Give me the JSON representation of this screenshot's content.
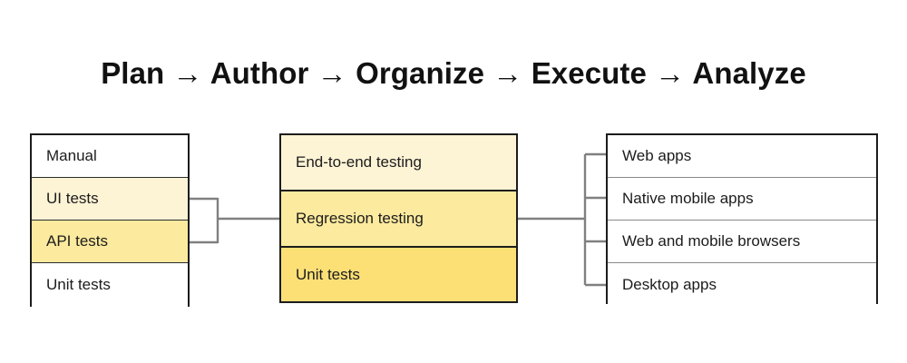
{
  "title": "Plan → Author → Organize → Execute → Analyze",
  "colors": {
    "cream": "#fdf3d5",
    "medium_yellow": "#fcea9e",
    "dark_yellow": "#fce076",
    "white": "#ffffff",
    "border": "#1c1c1c",
    "row_divider": "#2b2b2b",
    "light_divider": "#8a8a8a",
    "connector": "#808080",
    "text": "#1c1c1c"
  },
  "columns": {
    "left": {
      "name": "test-types",
      "rows": [
        {
          "label": "Manual",
          "fill": "#ffffff"
        },
        {
          "label": "UI tests",
          "fill": "#fdf3d5"
        },
        {
          "label": "API tests",
          "fill": "#fcea9e"
        },
        {
          "label": "Unit tests",
          "fill": "#ffffff"
        }
      ]
    },
    "middle": {
      "name": "test-levels",
      "rows": [
        {
          "label": "End-to-end testing",
          "fill": "#fdf3d5"
        },
        {
          "label": "Regression testing",
          "fill": "#fcea9e"
        },
        {
          "label": "Unit tests",
          "fill": "#fce076"
        }
      ]
    },
    "right": {
      "name": "targets",
      "rows": [
        {
          "label": "Web apps",
          "fill": "#ffffff"
        },
        {
          "label": "Native mobile apps",
          "fill": "#ffffff"
        },
        {
          "label": "Web and mobile browsers",
          "fill": "#ffffff"
        },
        {
          "label": "Desktop apps",
          "fill": "#ffffff"
        }
      ]
    }
  },
  "connectors": {
    "left_bracket": {
      "name": "left-bracket-connector",
      "branch_rows": [
        "UI tests",
        "API tests"
      ],
      "target": "middle-column"
    },
    "right_bracket": {
      "name": "right-bracket-connector",
      "source": "middle-column",
      "branch_rows": [
        "Web apps",
        "Native mobile apps",
        "Web and mobile browsers",
        "Desktop apps"
      ]
    }
  }
}
